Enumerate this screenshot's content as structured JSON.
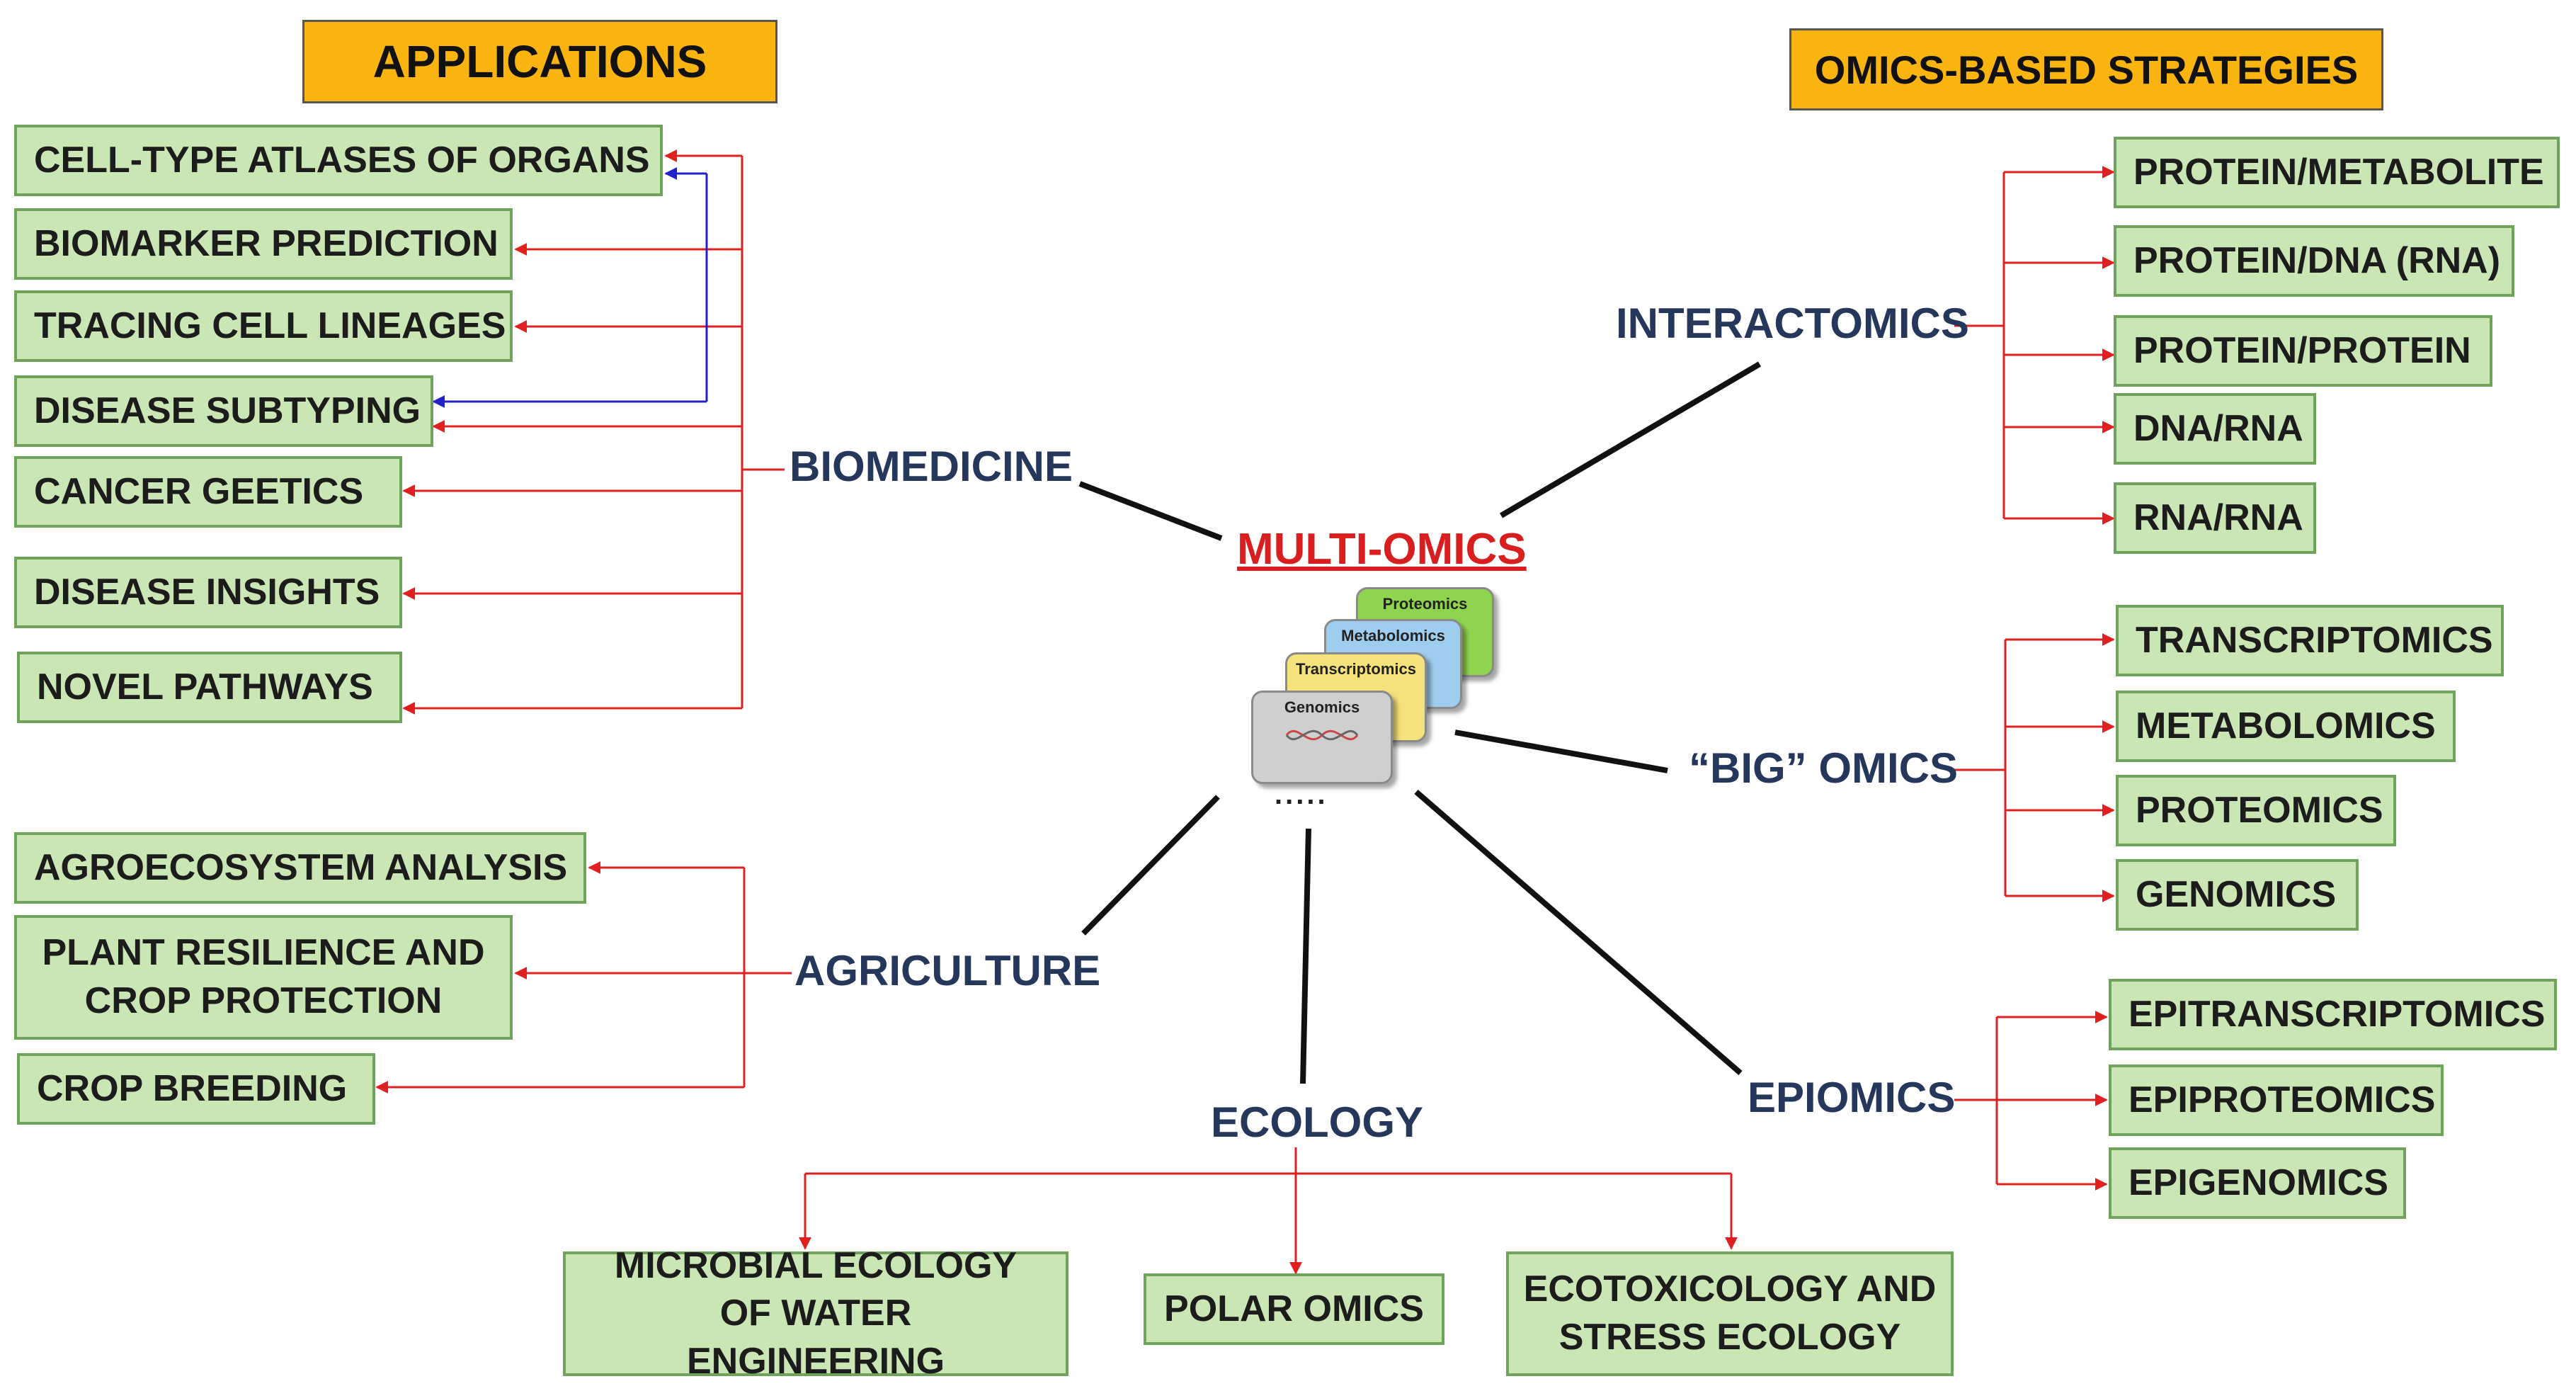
{
  "headers": {
    "applications": "APPLICATIONS",
    "strategies": "OMICS-BASED STRATEGIES"
  },
  "center": {
    "title": "MULTI-OMICS",
    "cards": [
      "Proteomics",
      "Metabolomics",
      "Transcriptomics",
      "Genomics"
    ],
    "ellipsis": "....."
  },
  "categories": {
    "biomedicine": "BIOMEDICINE",
    "agriculture": "AGRICULTURE",
    "ecology": "ECOLOGY",
    "interactomics": "INTERACTOMICS",
    "big_omics": "“BIG” OMICS",
    "epiomics": "EPIOMICS"
  },
  "biomedicine_items": [
    "CELL-TYPE ATLASES OF ORGANS",
    "BIOMARKER PREDICTION",
    "TRACING CELL LINEAGES",
    "DISEASE SUBTYPING",
    "CANCER GEETICS",
    "DISEASE INSIGHTS",
    "NOVEL PATHWAYS"
  ],
  "agriculture_items": [
    "AGROECOSYSTEM ANALYSIS",
    "PLANT RESILIENCE AND CROP PROTECTION",
    "CROP BREEDING"
  ],
  "ecology_items": [
    "MICROBIAL ECOLOGY OF WATER ENGINEERING",
    "POLAR OMICS",
    "ECOTOXICOLOGY AND STRESS ECOLOGY"
  ],
  "interactomics_items": [
    "PROTEIN/METABOLITE",
    "PROTEIN/DNA (RNA)",
    "PROTEIN/PROTEIN",
    "DNA/RNA",
    "RNA/RNA"
  ],
  "big_omics_items": [
    "TRANSCRIPTOMICS",
    "METABOLOMICS",
    "PROTEOMICS",
    "GENOMICS"
  ],
  "epiomics_items": [
    "EPITRANSCRIPTOMICS",
    "EPIPROTEOMICS",
    "EPIGENOMICS"
  ],
  "colors": {
    "header_fill": "#f9b410",
    "box_fill": "#c9e6b4",
    "box_border": "#6fa25a",
    "category_text": "#26375c",
    "title_red": "#d81e1e",
    "arrow_red": "#e02020",
    "arrow_blue": "#2222cc",
    "spoke": "#111111"
  }
}
